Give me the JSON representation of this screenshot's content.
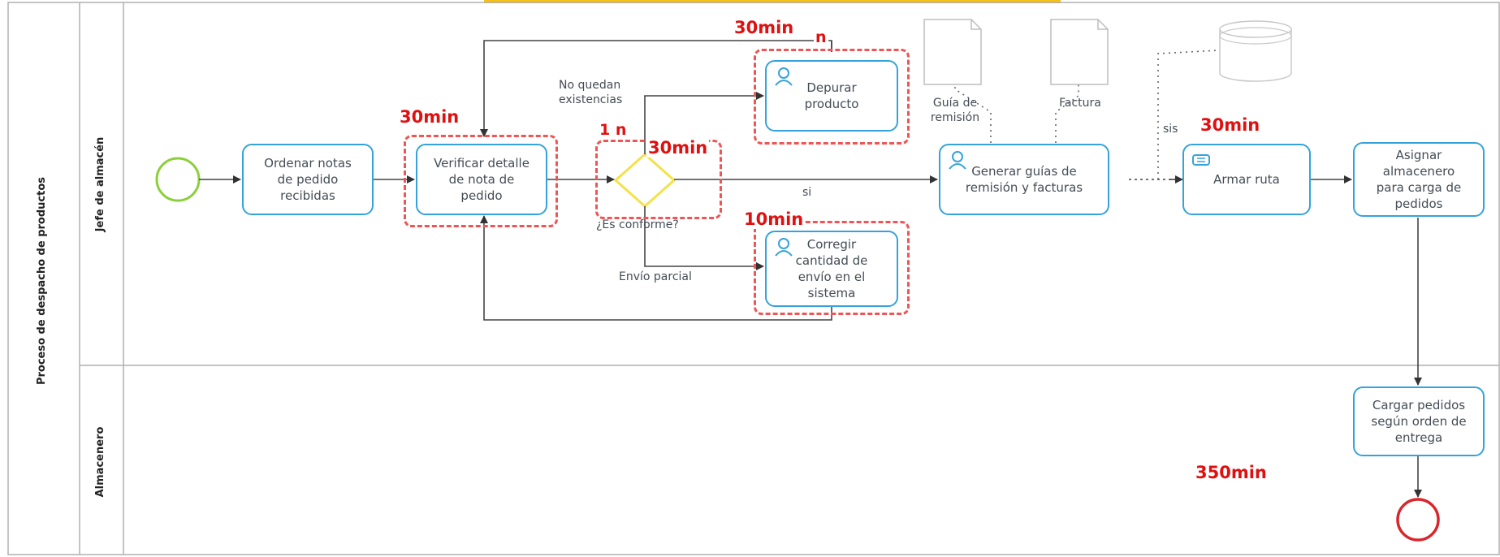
{
  "pool": {
    "title": "Proceso de despacho de productos",
    "lanes": [
      {
        "name": "Jefe de almacén"
      },
      {
        "name": "Almacenero"
      }
    ]
  },
  "tasks": {
    "ordenar": "Ordenar notas\nde pedido\nrecibidas",
    "verificar": "Verificar detalle\nde nota de\npedido",
    "depurar": "Depurar\nproducto",
    "corregir": "Corregir\ncantidad de\nenvío en el\nsistema",
    "generar": "Generar guías de\nremisión y facturas",
    "armar": "Armar ruta",
    "asignar": "Asignar\nalmacenero\npara carga de\npedidos",
    "cargar": "Cargar pedidos\nsegún orden de\nentrega"
  },
  "gateway": {
    "question": "¿Es conforme?"
  },
  "flow_labels": {
    "no_quedan": "No quedan\nexistencias",
    "envio_parcial": "Envío parcial",
    "si_gateway": "si",
    "si_sis": "sis"
  },
  "artifacts": {
    "guia": "Guía de\nremisión",
    "factura": "Factura"
  },
  "times": {
    "verificar": "30min",
    "depurar": "30min",
    "gateway": "30min",
    "corregir": "10min",
    "armar": "30min",
    "total": "350min"
  },
  "marks": {
    "depurar_mark": "n",
    "gateway_mark": "1 n"
  },
  "colors": {
    "task_border": "#35a3da",
    "dashed_highlight": "#ee5555",
    "time_text": "#e01010",
    "start_event": "#8ccf3c",
    "end_event": "#d9262c",
    "gateway_fill": "#f4e24a",
    "top_bar": "#f5c018"
  }
}
